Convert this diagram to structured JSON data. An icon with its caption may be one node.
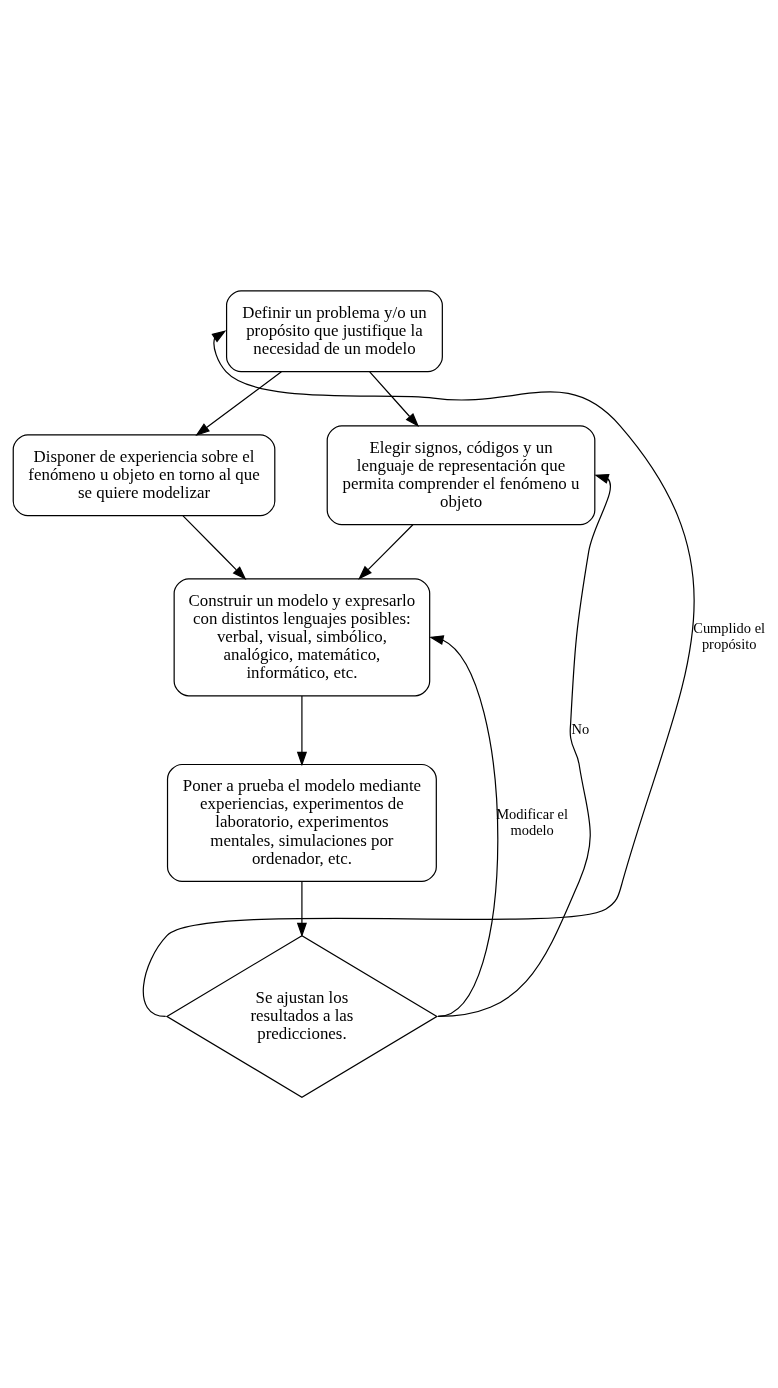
{
  "diagram": {
    "nodes": [
      {
        "text": [
          "Definir un problema y/o un propósito que justifique la necesidad de un modelo"
        ]
      },
      {
        "text": [
          "Disponer de experiencia sobre el fenómeno u objeto en torno al que se quiere modelizar"
        ]
      },
      {
        "text": [
          "Elegir signos, códigos y un lenguaje de representación que permita comprender el fenómeno u objeto"
        ]
      },
      {
        "text": [
          "Construir un modelo y expresarlo con distintos lenguajes posibles: verbal, visual, simbólico, analógico, matemático, informático, etc."
        ]
      },
      {
        "text": [
          "Poner a prueba el modelo mediante experiencias, experimentos de laboratorio, experimentos mentales, simulaciones por ordenador, etc."
        ]
      },
      {
        "text": [
          "Se ajustan los resultados a las predicciones."
        ]
      }
    ],
    "edges": [
      {
        "from": 0,
        "to": 1,
        "arrow": "to"
      },
      {
        "from": 0,
        "to": 2,
        "arrow": "to"
      },
      {
        "from": 1,
        "to": 3,
        "arrow": "to"
      },
      {
        "from": 2,
        "to": 3,
        "arrow": "to"
      },
      {
        "from": 3,
        "to": 4,
        "arrow": "to"
      },
      {
        "from": 4,
        "to": 5,
        "arrow": "to"
      },
      {
        "from": 5,
        "to": 0,
        "arrow": "to",
        "label": "Cumplido el propósito"
      },
      {
        "from": 5,
        "to": 3,
        "arrow": "to",
        "label": "Modificar el modelo"
      },
      {
        "from": 5,
        "to": 2,
        "arrow": "to",
        "label": "No"
      }
    ]
  }
}
